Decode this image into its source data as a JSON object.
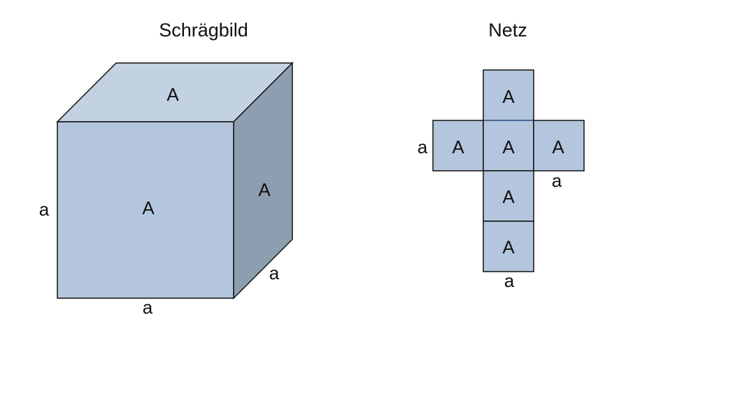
{
  "titles": {
    "oblique": "Schrägbild",
    "net": "Netz"
  },
  "cube": {
    "front_face_label": "A",
    "top_face_label": "A",
    "side_face_label": "A",
    "edge_left_label": "a",
    "edge_bottom_label": "a",
    "edge_depth_label": "a"
  },
  "net": {
    "top_face_label": "A",
    "left_face_label": "A",
    "center_face_label": "A",
    "right_face_label": "A",
    "lower_face_label": "A",
    "bottom_face_label": "A",
    "edge_left_label": "a",
    "edge_right_label": "a",
    "edge_bottom_label": "a"
  },
  "colors": {
    "front_face": "#b4c6dd",
    "top_face": "#c2d2e3",
    "side_face": "#8e9eb1",
    "net_face": "#b4c6dd",
    "edge": "#111111",
    "highlight_edge": "#4a6a9a"
  }
}
